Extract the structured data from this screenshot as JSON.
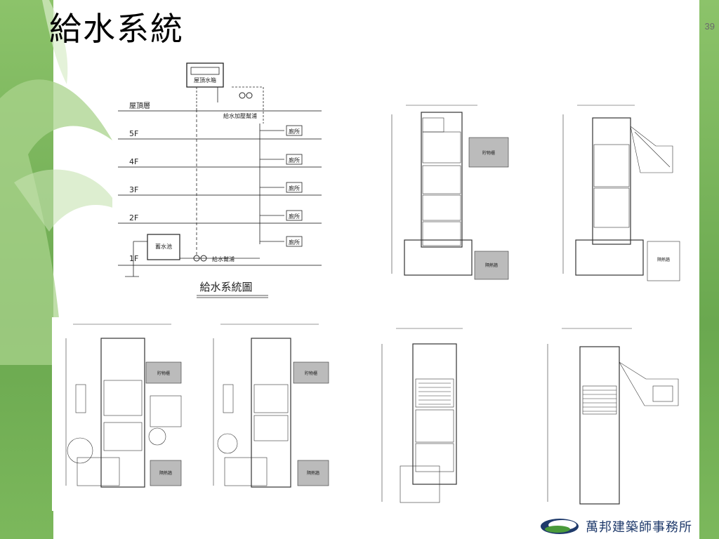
{
  "slide": {
    "title": "給水系統",
    "page_number": "39"
  },
  "diagram": {
    "roof_tank_label": "屋頂水箱",
    "booster_pump_label": "給水加壓幫浦",
    "floors": [
      "屋頂層",
      "5F",
      "4F",
      "3F",
      "2F",
      "1F"
    ],
    "toilet_label": "廁所",
    "storage_tank_label": "蓄水池",
    "supply_pump_label": "給水幫浦",
    "caption": "給水系統圖"
  },
  "plans": {
    "p1": {
      "tags": [
        "貯物櫃",
        "隔熱牆"
      ]
    },
    "p2": {
      "tags": [
        "隔熱牆"
      ]
    },
    "p3": {
      "tags": [
        "貯物櫃",
        "隔熱牆"
      ]
    },
    "p4": {
      "tags": [
        "貯物櫃",
        "隔熱牆"
      ]
    }
  },
  "footer": {
    "company": "萬邦建築師事務所"
  },
  "colors": {
    "band": "#7cb85c",
    "logo_blue": "#1f3a6b",
    "logo_green": "#4a9a3a"
  }
}
